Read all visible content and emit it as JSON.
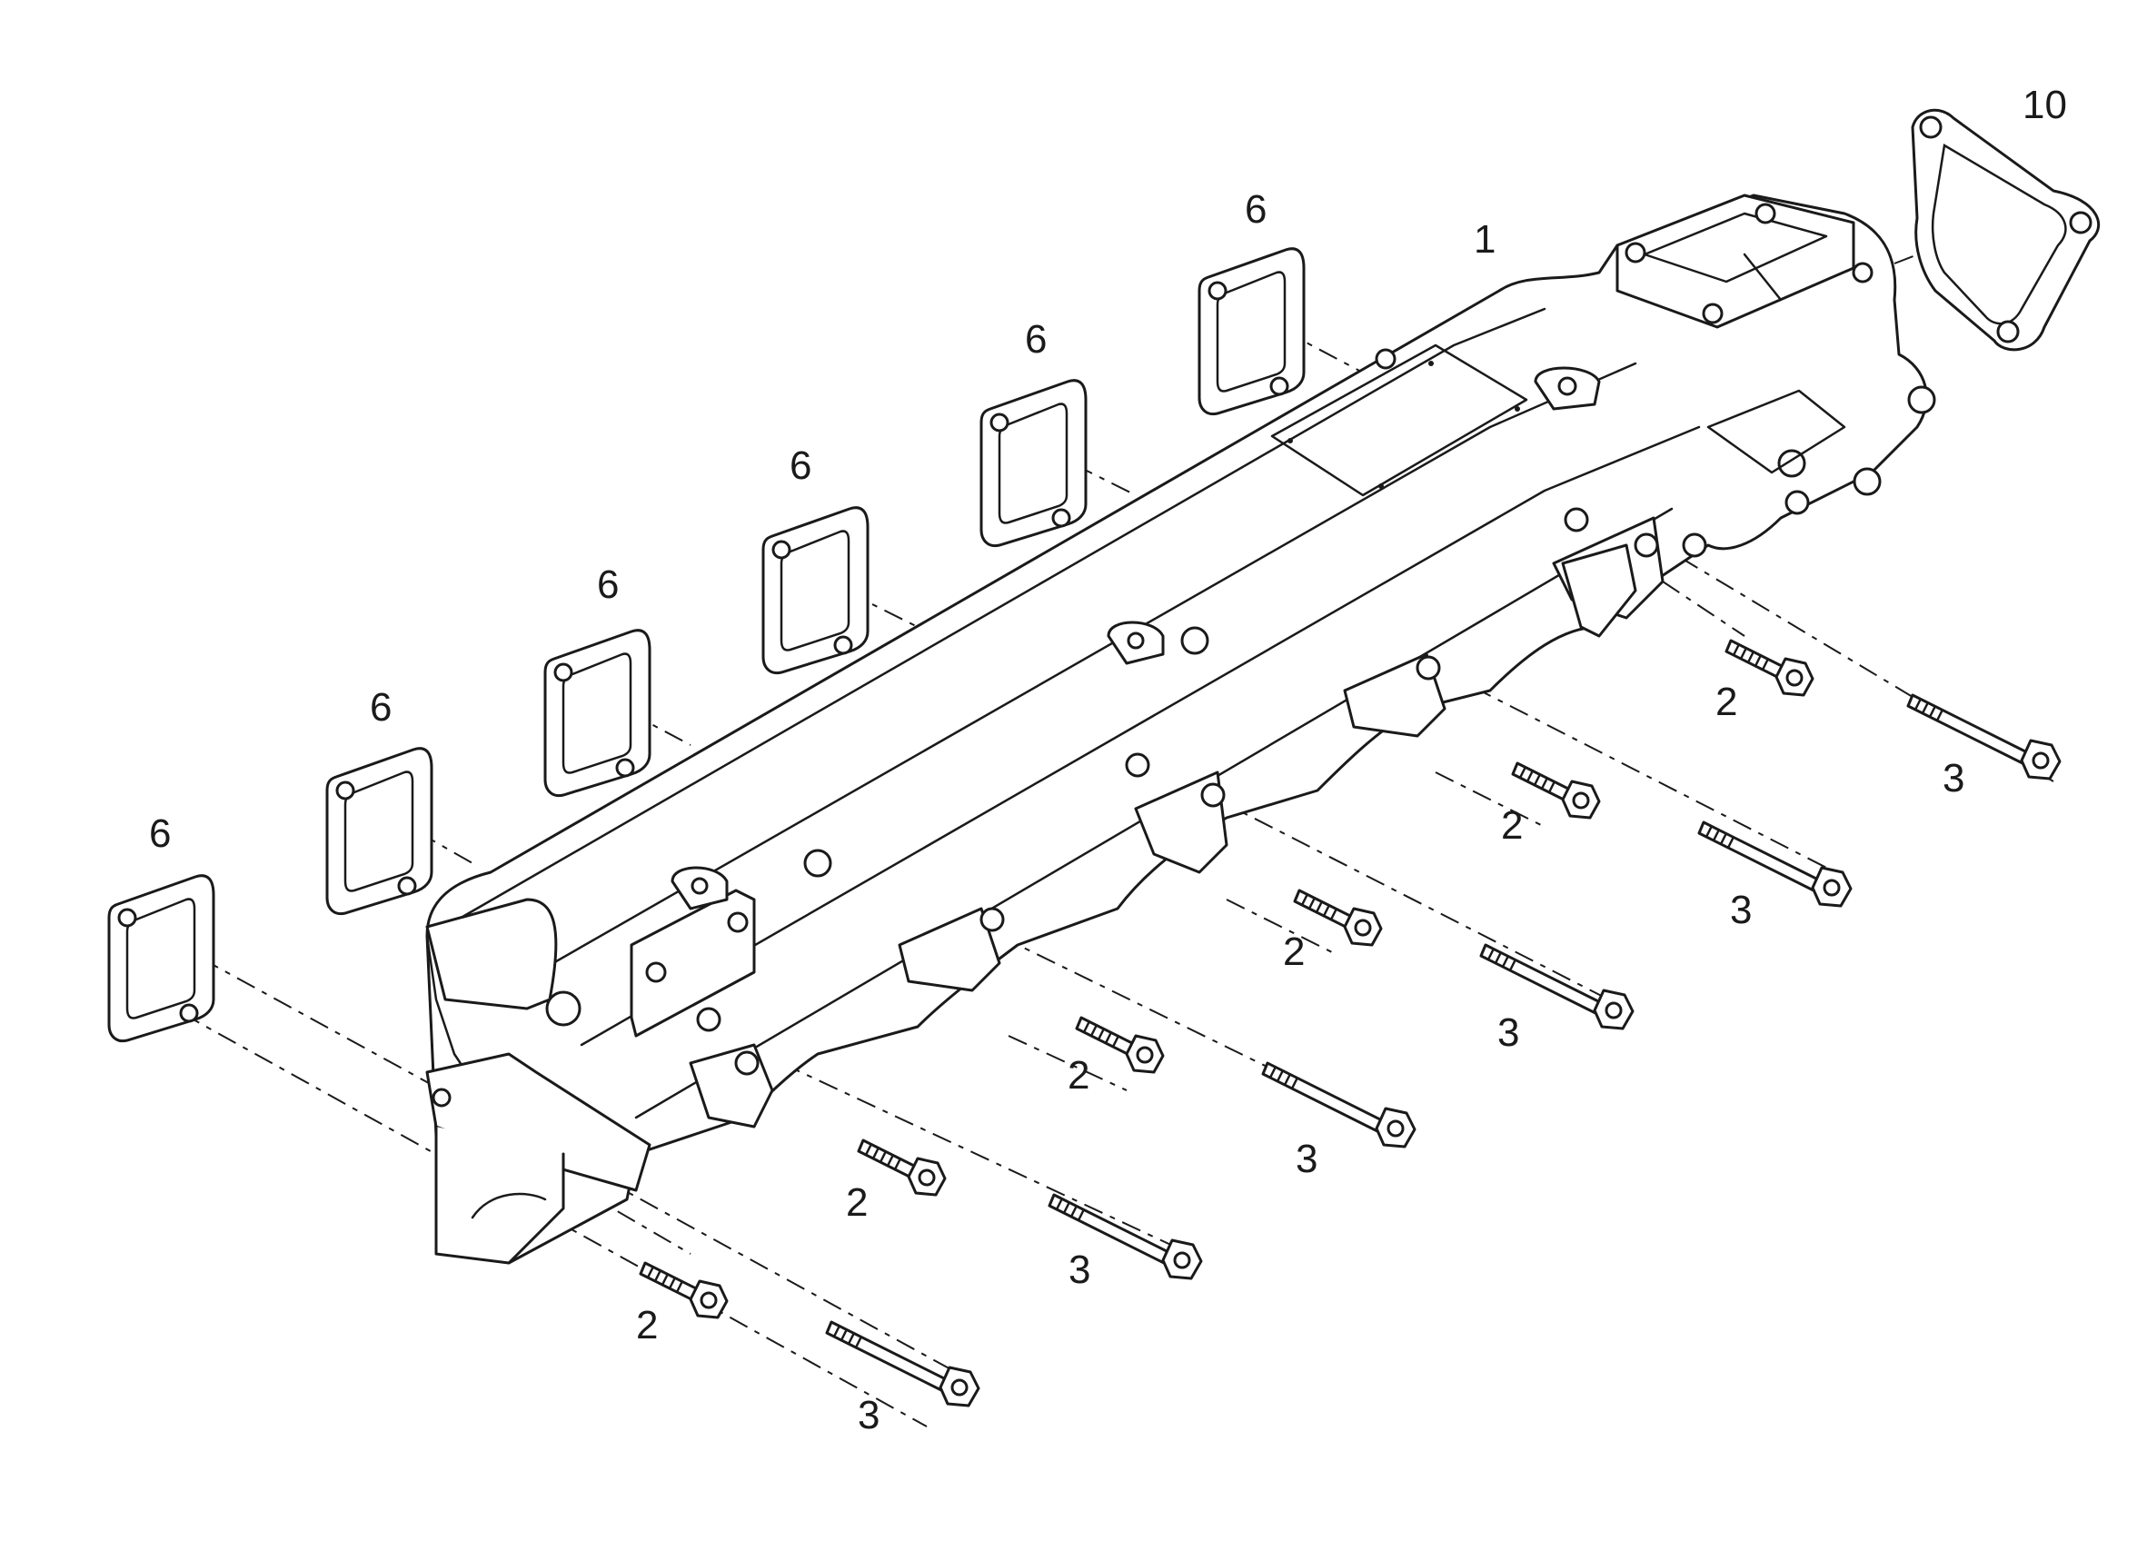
{
  "callouts": {
    "manifold": "1",
    "gasket_flange": "10",
    "gasket": "6",
    "short_bolt": "2",
    "long_bolt": "3"
  }
}
